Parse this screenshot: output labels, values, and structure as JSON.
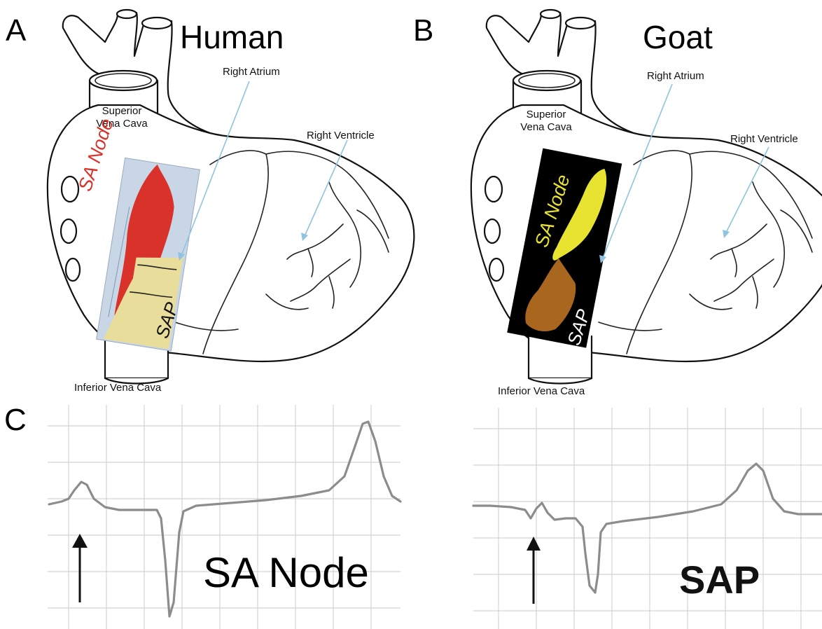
{
  "panels": {
    "a": {
      "letter": "A",
      "species": "Human"
    },
    "b": {
      "letter": "B",
      "species": "Goat"
    },
    "c": {
      "letter": "C"
    }
  },
  "heart_labels": {
    "right_atrium": "Right Atrium",
    "right_ventricle": "Right Ventricle",
    "superior_vena_cava_line1": "Superior",
    "superior_vena_cava_line2": "Vena Cava",
    "inferior_vena_cava": "Inferior Vena Cava"
  },
  "tissue_labels": {
    "sa_node": "SA Node",
    "sap": "SAP"
  },
  "ecg": {
    "left_label": "SA Node",
    "right_label": "SAP"
  },
  "colors": {
    "human_sa_node": "#d9322a",
    "human_sap": "#e8dd9a",
    "goat_sa_node": "#e8e230",
    "goat_sap": "#a8661e",
    "arrow": "#8fc3e0",
    "ecg_trace": "#8c8c8c"
  },
  "icons": {
    "pointer": "up-arrow-icon"
  }
}
